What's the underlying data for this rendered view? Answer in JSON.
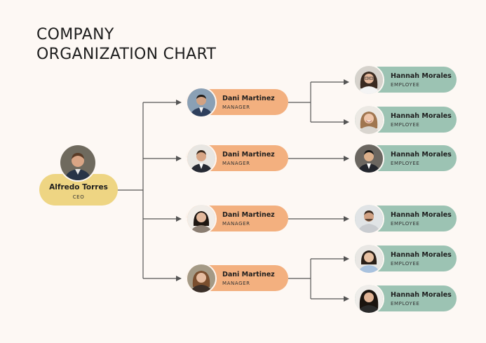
{
  "title_line1": "COMPANY",
  "title_line2": "ORGANIZATION CHART",
  "ceo": {
    "name": "Alfredo Torres",
    "role": "CEO"
  },
  "managers": [
    {
      "name": "Dani Martinez",
      "role": "MANAGER"
    },
    {
      "name": "Dani Martinez",
      "role": "MANAGER"
    },
    {
      "name": "Dani Martinez",
      "role": "MANAGER"
    },
    {
      "name": "Dani Martinez",
      "role": "MANAGER"
    }
  ],
  "employees": [
    {
      "name": "Hannah Morales",
      "role": "EMPLOYEE"
    },
    {
      "name": "Hannah Morales",
      "role": "EMPLOYEE"
    },
    {
      "name": "Hannah Morales",
      "role": "EMPLOYEE"
    },
    {
      "name": "Hannah Morales",
      "role": "EMPLOYEE"
    },
    {
      "name": "Hannah Morales",
      "role": "EMPLOYEE"
    },
    {
      "name": "Hannah Morales",
      "role": "EMPLOYEE"
    }
  ],
  "colors": {
    "background": "#fdf8f4",
    "ceo": "#eed583",
    "manager": "#f3b07f",
    "employee": "#9cc3b3",
    "connector": "#555555"
  }
}
